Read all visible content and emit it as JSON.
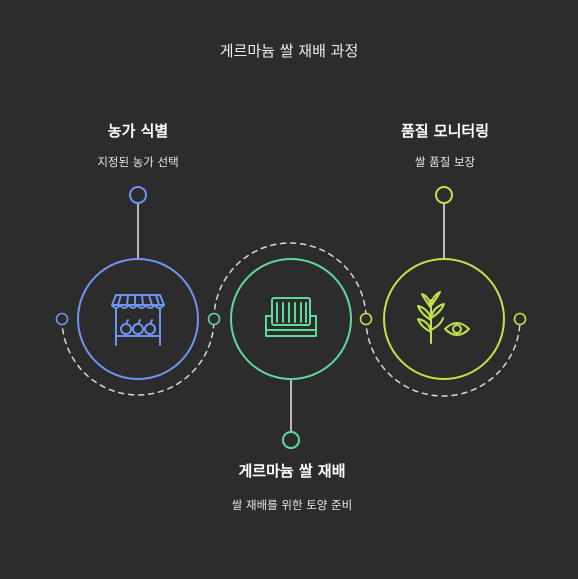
{
  "title": "게르마늄 쌀 재배 과정",
  "colors": {
    "background": "#2c2c2c",
    "blue": "#6f95f2",
    "green": "#5fd99a",
    "lime": "#bfe34c",
    "dashed": "#d8d8d8"
  },
  "steps": [
    {
      "title": "농가 식별",
      "subtitle": "지정된 농가 선택",
      "icon": "market-stall-icon",
      "color": "#6f95f2"
    },
    {
      "title": "게르마늄 쌀 재배",
      "subtitle": "쌀 재배를 위한 토양 준비",
      "icon": "raised-bed-icon",
      "color": "#5fd99a"
    },
    {
      "title": "품질 모니터링",
      "subtitle": "쌀 품질 보장",
      "icon": "plant-eye-icon",
      "color": "#bfe34c"
    }
  ]
}
